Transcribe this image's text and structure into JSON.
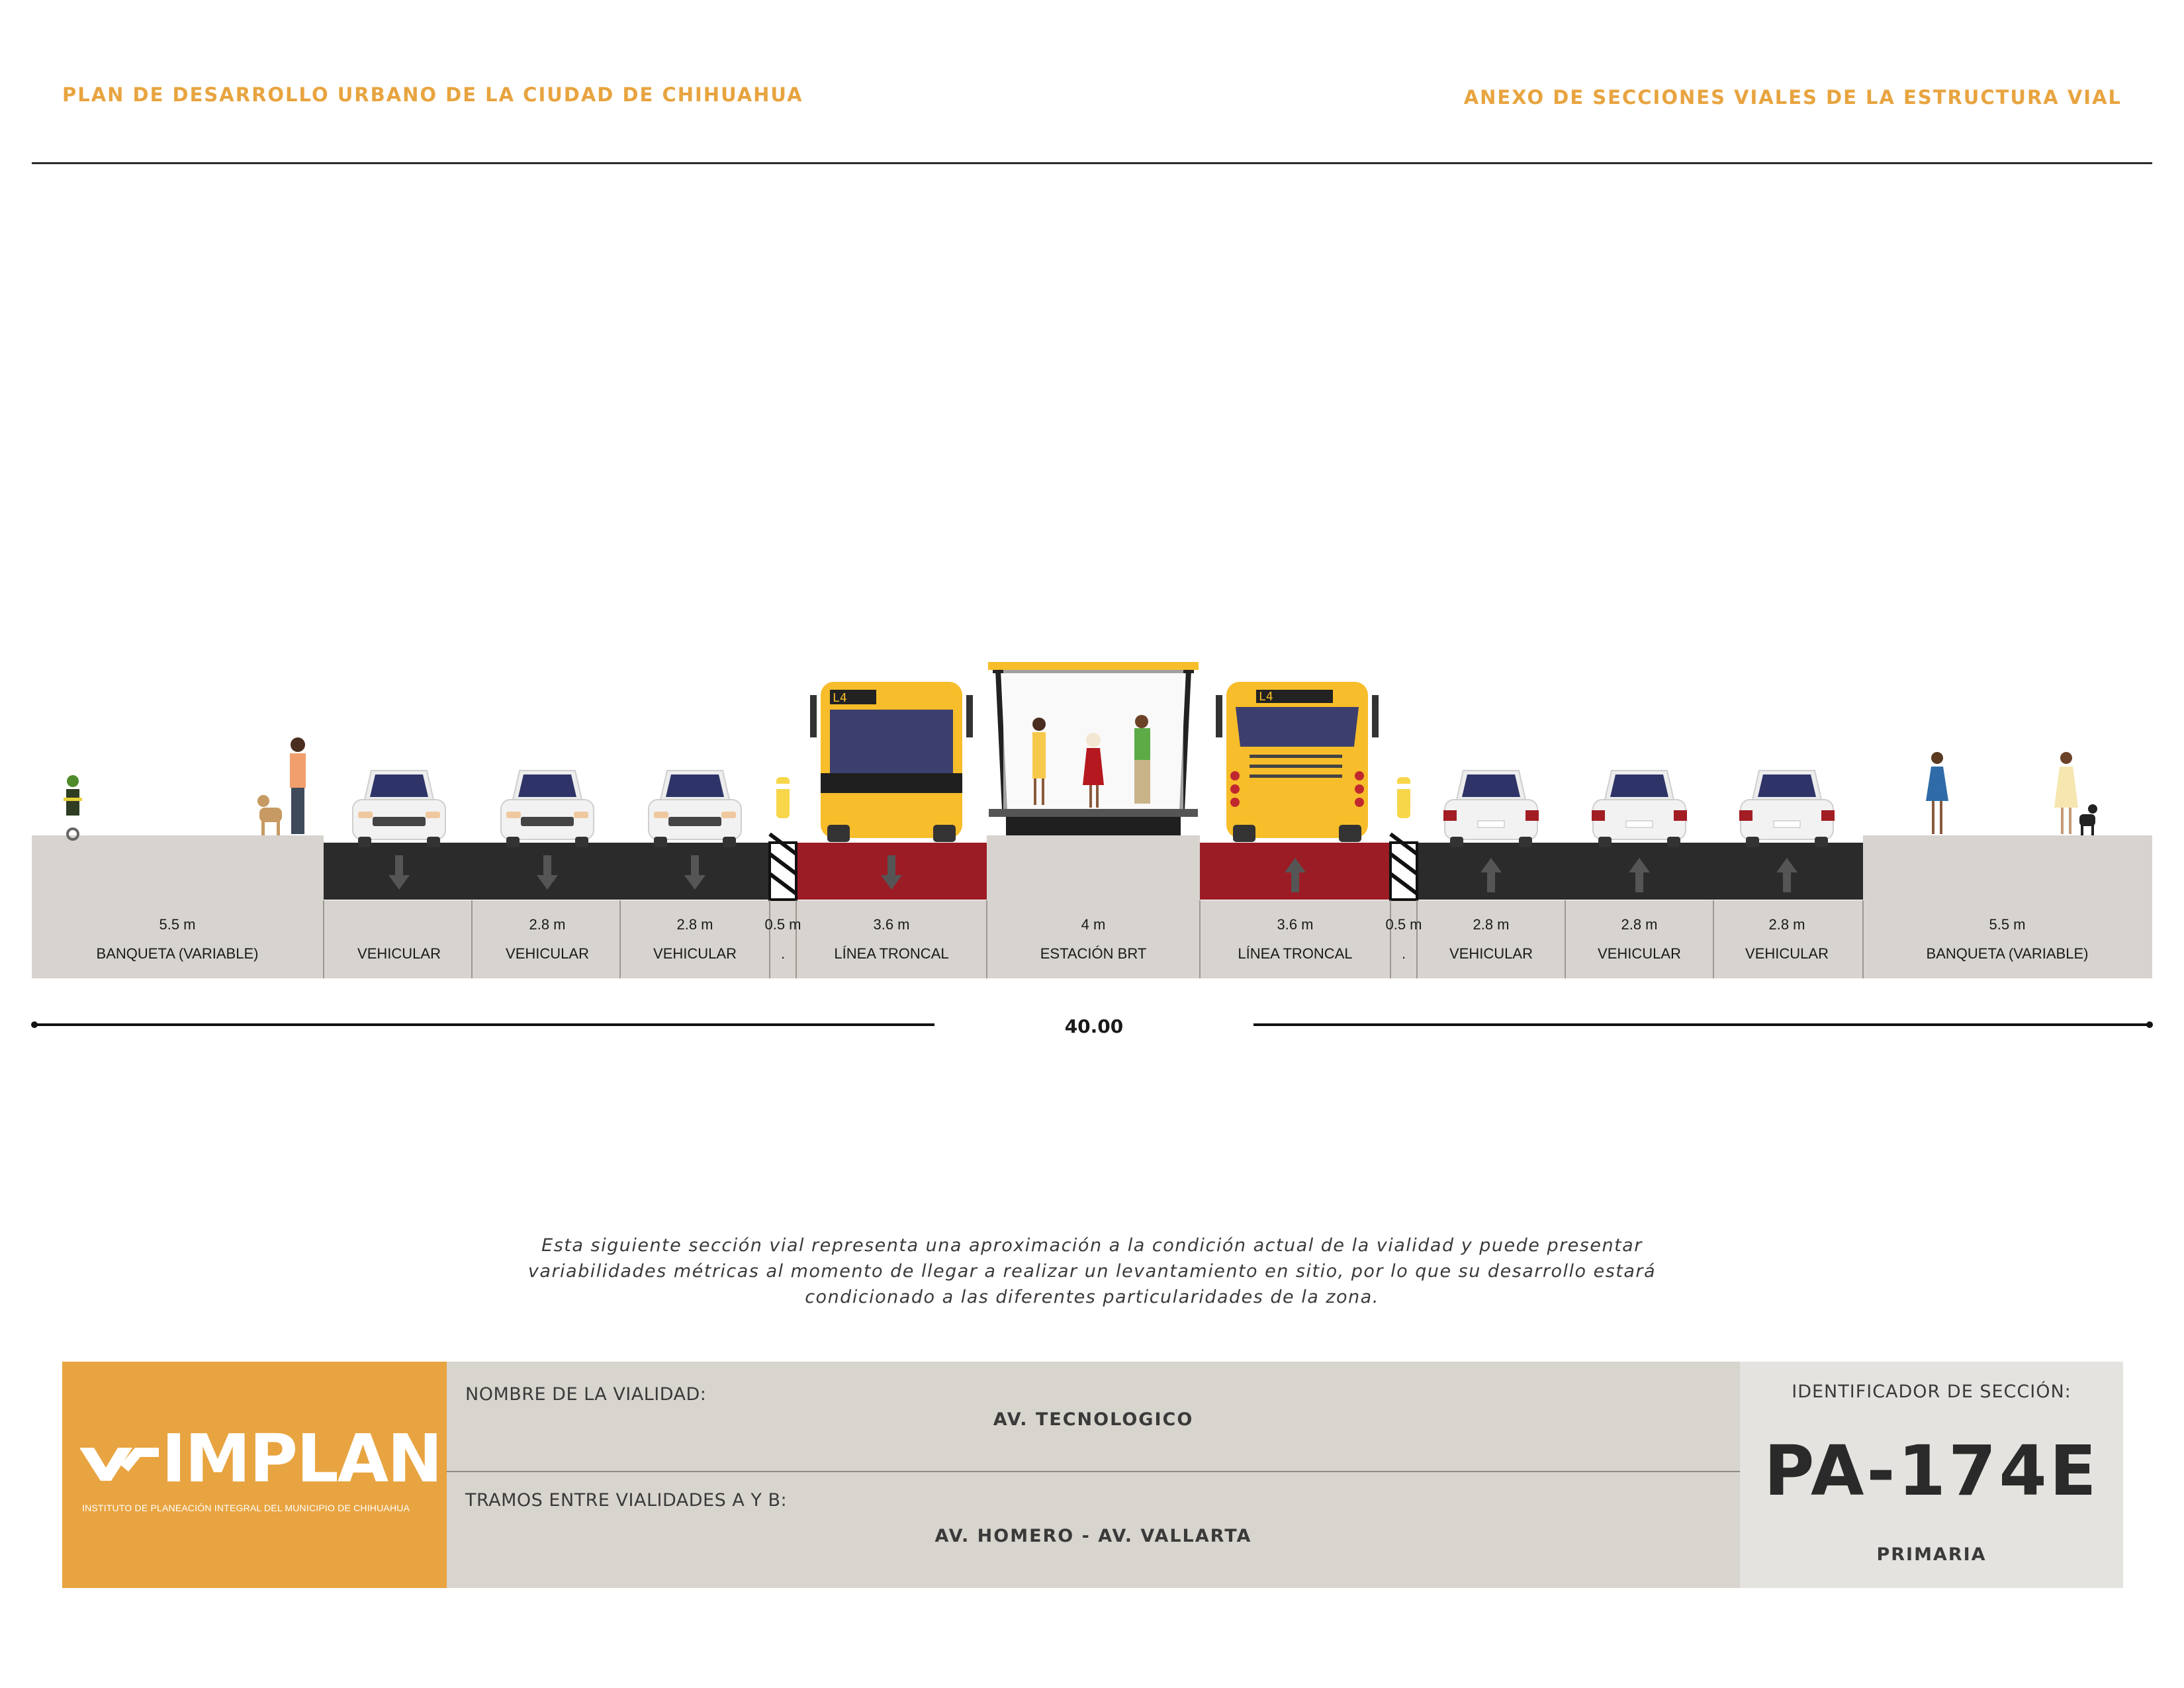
{
  "header": {
    "left_title": "PLAN DE DESARROLLO URBANO DE LA CIUDAD DE CHIHUAHUA",
    "right_title": "ANEXO DE SECCIONES VIALES DE LA ESTRUCTURA VIAL"
  },
  "section": {
    "total_width": "40.00",
    "segments": [
      {
        "width": "5.5 m",
        "label": "BANQUETA (VARIABLE)",
        "type": "sidewalk"
      },
      {
        "width": "",
        "label": "VEHICULAR",
        "type": "lane-down"
      },
      {
        "width": "2.8 m",
        "label": "VEHICULAR",
        "type": "lane-down"
      },
      {
        "width": "2.8 m",
        "label": "VEHICULAR",
        "type": "lane-down"
      },
      {
        "width": "0.5 m",
        "label": ".",
        "type": "divider"
      },
      {
        "width": "3.6 m",
        "label": "LÍNEA TRONCAL",
        "type": "brt-down"
      },
      {
        "width": "4 m",
        "label": "ESTACIÓN BRT",
        "type": "station"
      },
      {
        "width": "3.6 m",
        "label": "LÍNEA TRONCAL",
        "type": "brt-up"
      },
      {
        "width": "0.5 m",
        "label": ".",
        "type": "divider"
      },
      {
        "width": "2.8 m",
        "label": "VEHICULAR",
        "type": "lane-up"
      },
      {
        "width": "2.8 m",
        "label": "VEHICULAR",
        "type": "lane-up"
      },
      {
        "width": "2.8 m",
        "label": "VEHICULAR",
        "type": "lane-up"
      },
      {
        "width": "5.5 m",
        "label": "BANQUETA (VARIABLE)",
        "type": "sidewalk"
      }
    ],
    "bus_route": "L4",
    "colors": {
      "asphalt": "#2B2B2B",
      "brt_lane": "#9B1C24",
      "sidewalk": "#D7D3CE",
      "bus": "#F7BD2A"
    }
  },
  "note": {
    "line1": "Esta siguiente sección vial representa una aproximación a la condición actual de la vialidad y puede presentar",
    "line2": "variabilidades métricas al momento de llegar a realizar un levantamiento en sitio, por lo que su desarrollo estará",
    "line3": "condicionado a las diferentes particularidades de la zona."
  },
  "info": {
    "logo": "IMPLAN",
    "logo_sub": "INSTITUTO DE PLANEACIÓN INTEGRAL DEL MUNICIPIO DE CHIHUAHUA",
    "road_name_label": "NOMBRE DE LA VIALIDAD:",
    "road_name": "AV. TECNOLOGICO",
    "segment_label": "TRAMOS ENTRE VIALIDADES A Y B:",
    "segment": "AV. HOMERO - AV. VALLARTA",
    "id_label": "IDENTIFICADOR DE SECCIÓN:",
    "id_value": "PA-174E",
    "classification": "PRIMARIA"
  }
}
